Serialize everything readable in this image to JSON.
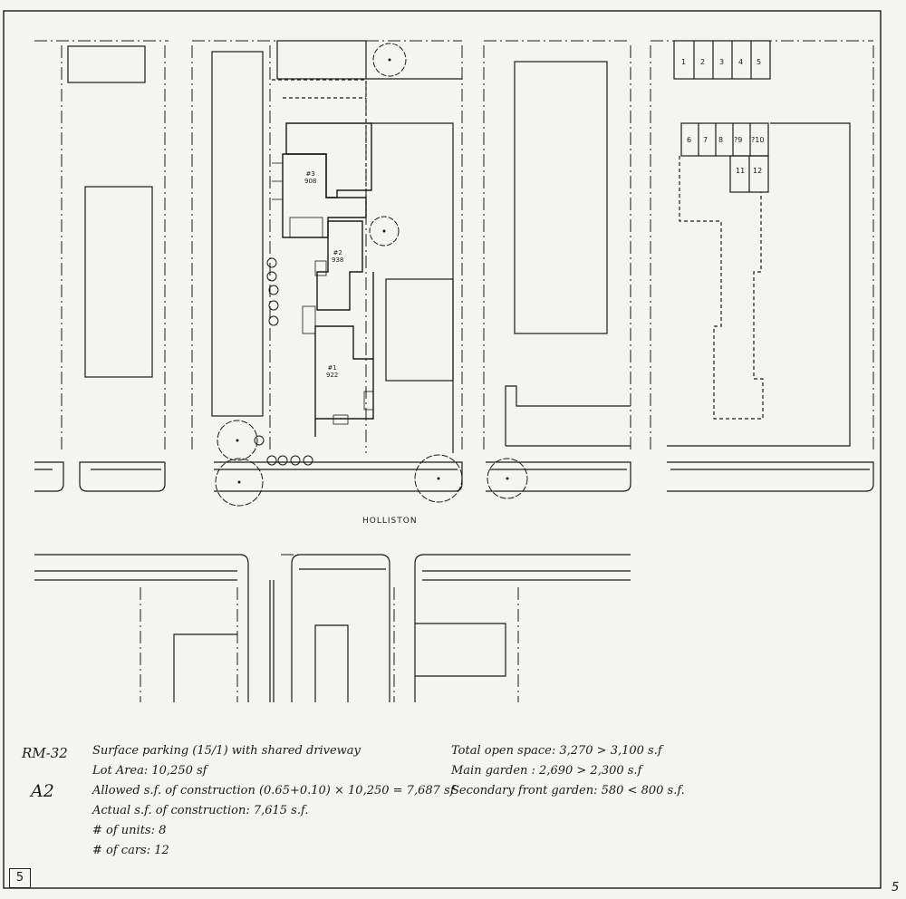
{
  "street": {
    "name": "HOLLISTON"
  },
  "units": [
    {
      "label": "#3",
      "area": "908"
    },
    {
      "label": "#2",
      "area": "938"
    },
    {
      "label": "#1",
      "area": "922"
    }
  ],
  "parking_stalls": [
    "1",
    "2",
    "3",
    "4",
    "5",
    "6",
    "7",
    "8",
    "?9",
    "?10",
    "11",
    "12"
  ],
  "notes": {
    "zone": "RM-32",
    "variant": "A2",
    "left": [
      "Surface parking (15/1) with shared driveway",
      "Lot Area: 10,250 sf",
      "Allowed s.f. of construction (0.65+0.10) × 10,250 = 7,687 sf",
      "Actual s.f. of construction: 7,615 s.f.",
      "# of units: 8",
      "# of cars: 12"
    ],
    "right": [
      "Total open space:   3,270 > 3,100 s.f",
      "Main garden   :   2,690 > 2,300 s.f",
      "Secondary front garden:  580  <  800 s.f."
    ]
  },
  "page": {
    "number": "5",
    "corner_number": "5"
  },
  "colors": {
    "ink": "#1a1a1a",
    "paper": "#f4f4f1"
  }
}
